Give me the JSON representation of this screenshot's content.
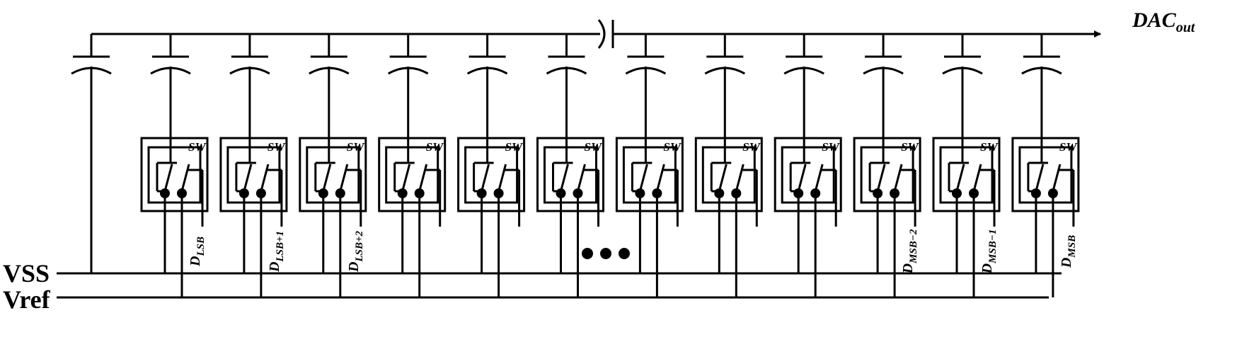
{
  "output": {
    "main": "DAC",
    "sub": "out"
  },
  "rails": {
    "vss": "VSS",
    "vref": "Vref"
  },
  "switch_label": "SW",
  "switch_count": 12,
  "ellipsis_dots": 3,
  "bit_labels": [
    {
      "index": 0,
      "main": "D",
      "sub": "LSB"
    },
    {
      "index": 1,
      "main": "D",
      "sub": "LSB+1"
    },
    {
      "index": 2,
      "main": "D",
      "sub": "LSB+2"
    },
    {
      "index": 9,
      "main": "D",
      "sub": "MSB−2"
    },
    {
      "index": 10,
      "main": "D",
      "sub": "MSB−1"
    },
    {
      "index": 11,
      "main": "D",
      "sub": "MSB"
    }
  ]
}
